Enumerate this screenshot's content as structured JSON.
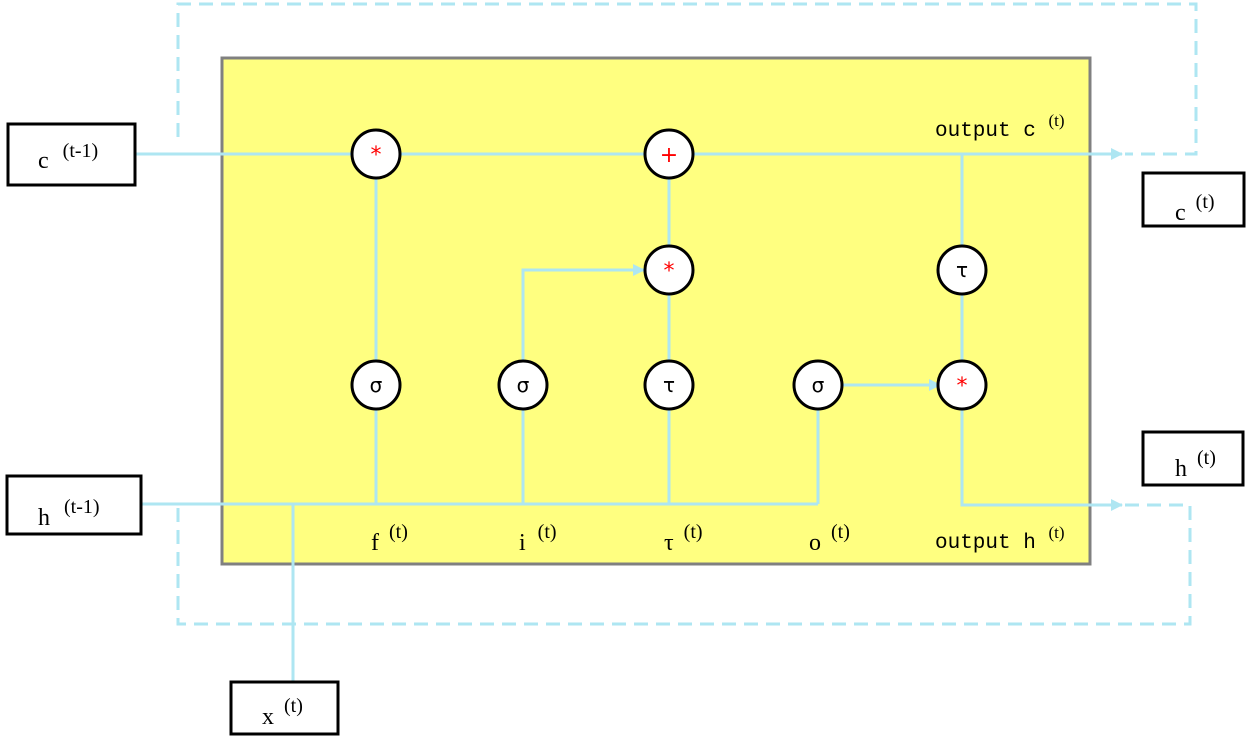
{
  "colors": {
    "cell_fill": "#ffff80",
    "cell_border": "#808080",
    "connector": "#aee6f2",
    "op_symbol": "#ff0000",
    "node_fill": "#ffffff",
    "node_border": "#000000"
  },
  "io_boxes": {
    "c_prev": {
      "base": "c",
      "sup": "(t-1)"
    },
    "h_prev": {
      "base": "h",
      "sup": "(t-1)"
    },
    "x_t": {
      "base": "x",
      "sup": "(t)"
    },
    "c_t": {
      "base": "c",
      "sup": "(t)"
    },
    "h_t": {
      "base": "h",
      "sup": "(t)"
    }
  },
  "operations": {
    "forget_mul": "*",
    "add": "+",
    "input_mul": "*",
    "output_mul": "*"
  },
  "activations": {
    "forget_gate": "σ",
    "input_gate": "σ",
    "candidate": "τ",
    "output_gate": "σ",
    "cell_tanh": "τ"
  },
  "gate_labels": {
    "forget": {
      "base": "f",
      "sup": "(t)"
    },
    "input": {
      "base": "i",
      "sup": "(t)"
    },
    "candidate": {
      "base": "τ",
      "sup": "(t)"
    },
    "output": {
      "base": "o",
      "sup": "(t)"
    }
  },
  "cell_labels": {
    "output_c": {
      "base": "output c",
      "sup": "(t)"
    },
    "output_h": {
      "base": "output h",
      "sup": "(t)"
    }
  }
}
